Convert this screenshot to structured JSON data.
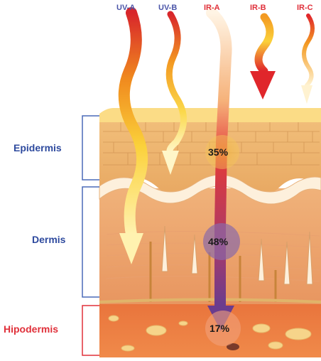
{
  "rays": [
    {
      "label": "UV-A"
    },
    {
      "label": "UV-B"
    },
    {
      "label": "IR-A"
    },
    {
      "label": "IR-B"
    },
    {
      "label": "IR-C"
    }
  ],
  "layers": {
    "epidermis": "Epidermis",
    "dermis": "Dermis",
    "hypodermis": "Hipodermis"
  },
  "absorption": {
    "epidermis": "35%",
    "dermis": "48%",
    "hypodermis": "17%"
  },
  "colors": {
    "uv_label": "#4a54a8",
    "ir_label": "#e0303a",
    "epidermis_label": "#2e4a9e",
    "dermis_label": "#2e4a9e",
    "hypodermis_label": "#e0303a"
  }
}
